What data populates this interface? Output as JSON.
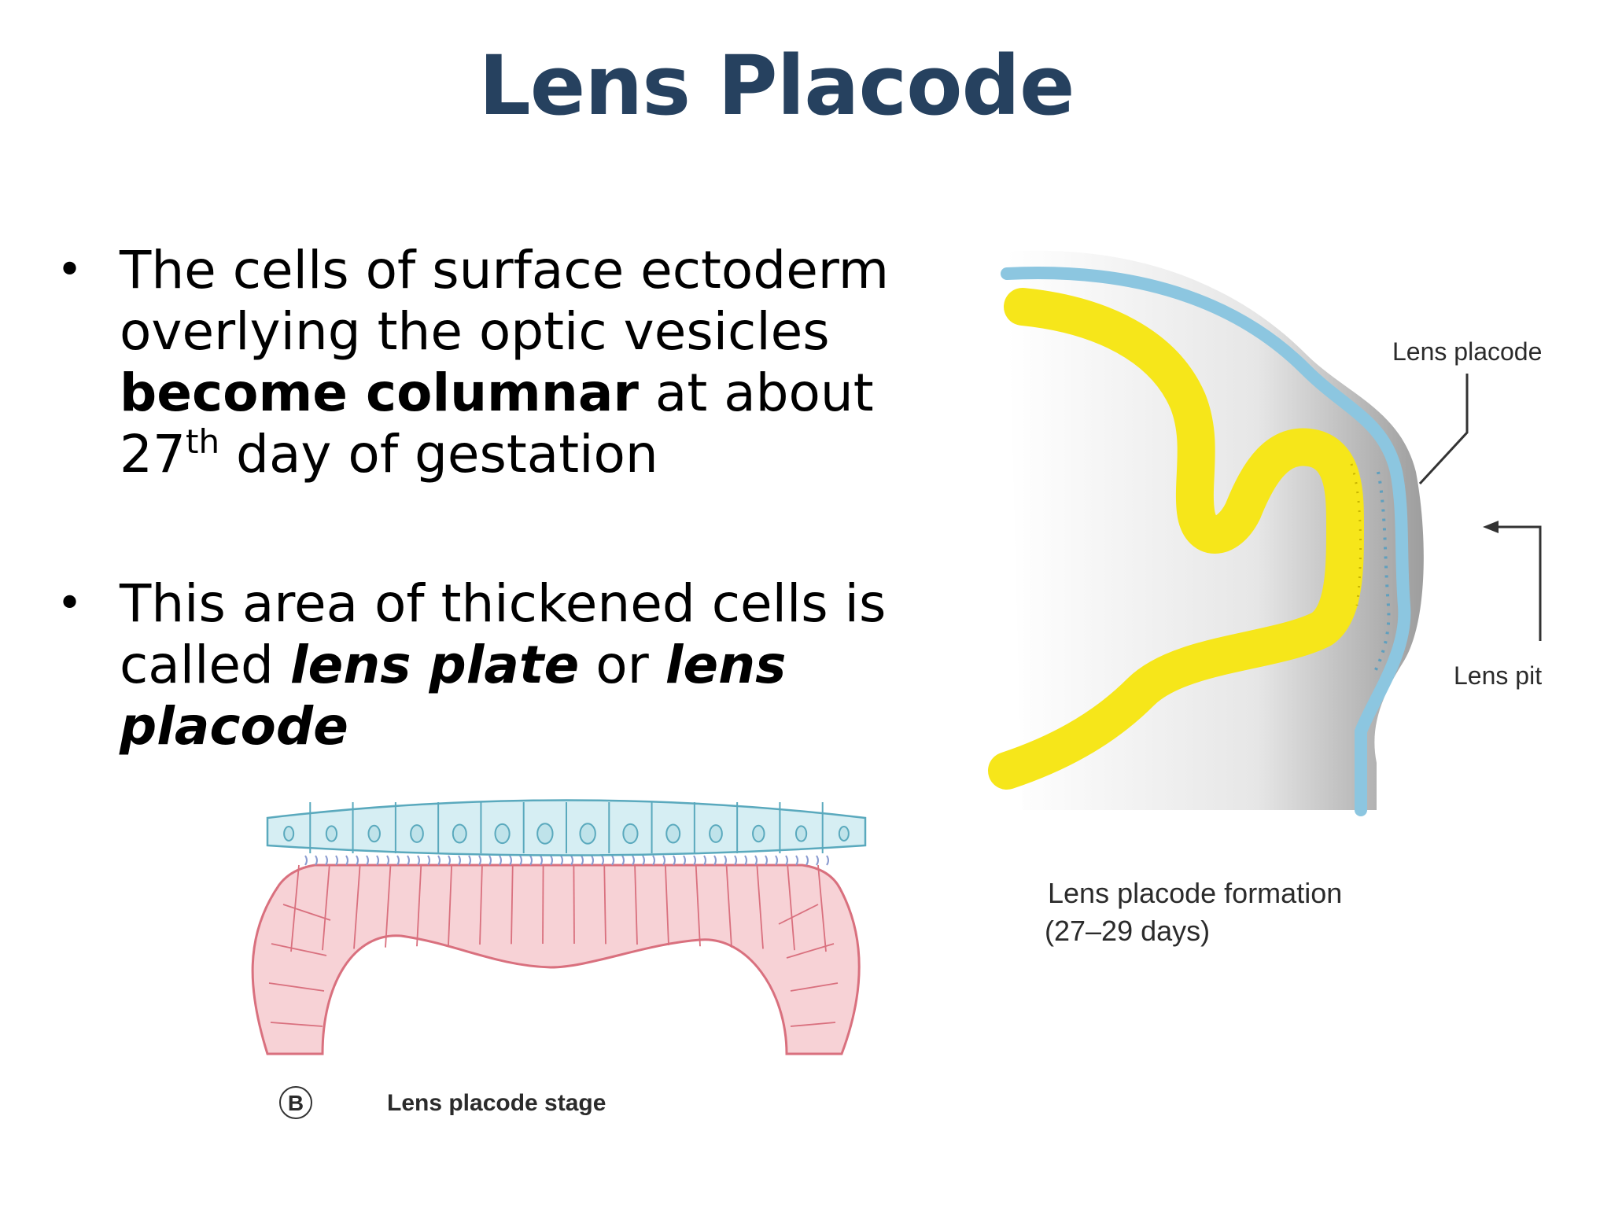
{
  "slide": {
    "title": "Lens Placode",
    "bullet_symbol": "•",
    "bullets": [
      {
        "text_before": "The cells of surface ectoderm overlying  the optic vesicles",
        "bold_text": "become columnar",
        "text_mid": " at about  27",
        "superscript": "th",
        "text_after": " day of gestation"
      },
      {
        "text_before": "This area of thickened cells is called ",
        "italic_bold_1": "lens plate",
        "text_mid": " or ",
        "italic_bold_2": "lens placode"
      }
    ]
  },
  "figure_b": {
    "letter": "B",
    "caption": "Lens placode stage",
    "colors": {
      "ectoderm_fill": "#d6eef3",
      "ectoderm_stroke": "#5aa9bd",
      "vesicle_fill": "#f7d2d6",
      "vesicle_stroke": "#d9707e"
    }
  },
  "figure_a": {
    "label_placode": "Lens placode",
    "label_pit": "Lens pit",
    "caption_line1": "Lens placode formation",
    "caption_line2": "(27–29 days)",
    "colors": {
      "neural": "#f6e61a",
      "neural_edge": "#d8c800",
      "ectoderm": "#8cc6e0",
      "shadow": "#9e9e9e"
    }
  }
}
